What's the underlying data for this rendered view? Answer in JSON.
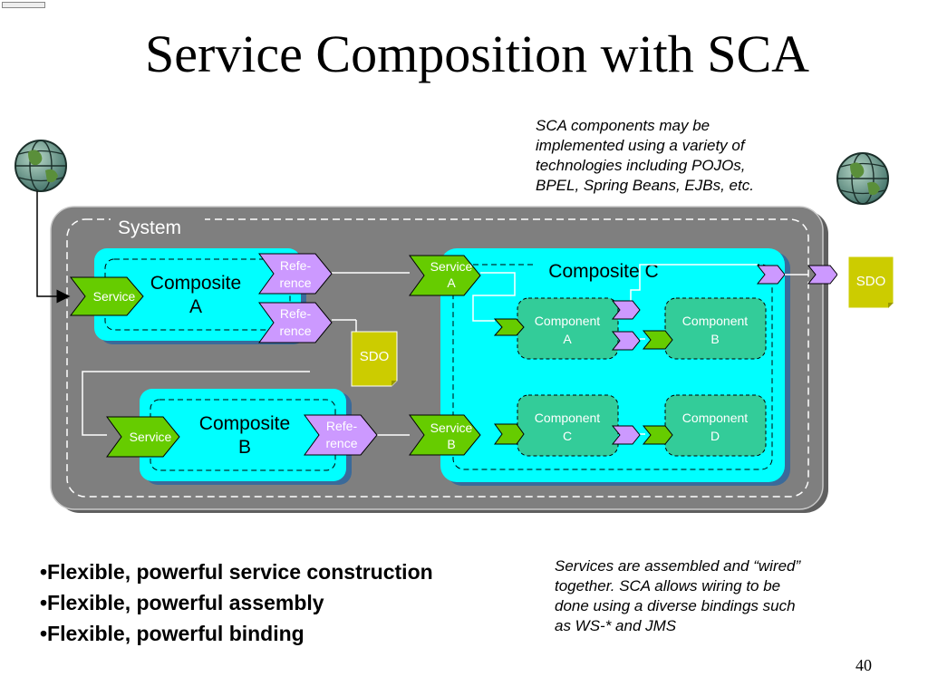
{
  "slide": {
    "title": "Service Composition with SCA",
    "page_number": "40",
    "note_top": [
      "SCA components may be",
      "implemented using a variety of",
      "technologies including POJOs,",
      "BPEL, Spring Beans, EJBs, etc."
    ],
    "note_bottom": [
      "Services are assembled and “wired”",
      "together. SCA allows wiring to be",
      "done using a diverse bindings such",
      "as WS-* and JMS"
    ],
    "bullets": [
      "•Flexible, powerful service construction",
      "•Flexible, powerful assembly",
      "•Flexible, powerful binding"
    ]
  },
  "diagram": {
    "system_label": "System",
    "composite_a": [
      "Composite",
      "A"
    ],
    "composite_b": [
      "Composite",
      "B"
    ],
    "composite_c": "Composite C",
    "service": "Service",
    "reference": [
      "Refe-",
      "rence"
    ],
    "service_a": [
      "Service",
      "A"
    ],
    "service_b": [
      "Service",
      "B"
    ],
    "sdo": "SDO",
    "component_a": [
      "Component",
      "A"
    ],
    "component_b": [
      "Component",
      "B"
    ],
    "component_c": [
      "Component",
      "C"
    ],
    "component_d": [
      "Component",
      "D"
    ]
  },
  "colors": {
    "system_fill": "#7f7f7f",
    "composite_fill": "#00ffff",
    "component_fill": "#33cc99",
    "service_fill": "#66cc00",
    "reference_fill": "#cc99ff",
    "sdo_fill": "#cccc00",
    "text_white": "#ffffff"
  },
  "icons": [
    "globe-icon"
  ]
}
